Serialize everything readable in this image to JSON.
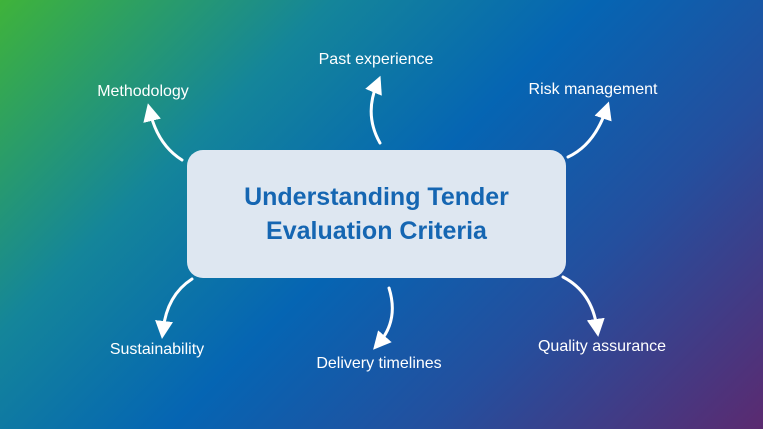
{
  "title_line1": "Understanding Tender",
  "title_line2": "Evaluation Criteria",
  "criteria": [
    "Methodology",
    "Past experience",
    "Risk management",
    "Sustainability",
    "Delivery timelines",
    "Quality assurance"
  ]
}
